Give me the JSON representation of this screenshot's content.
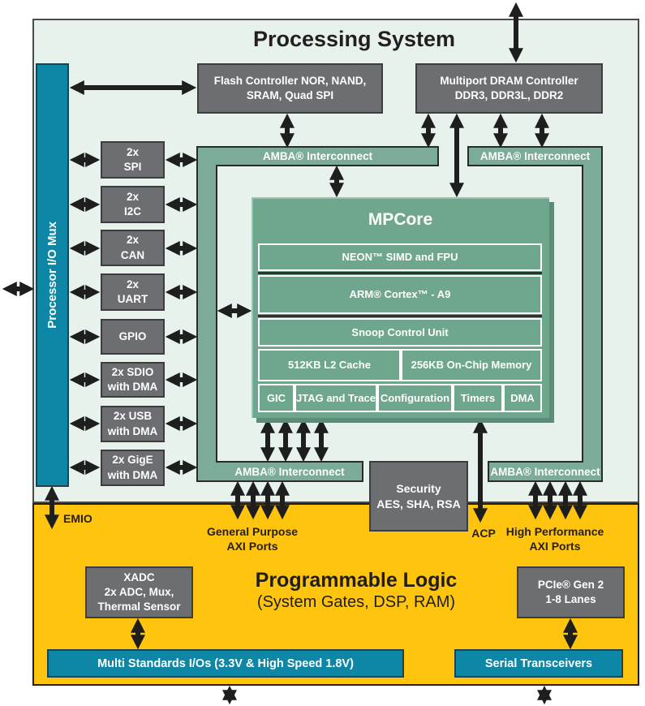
{
  "diagram": {
    "colors": {
      "ps_background": "#e7f2ec",
      "pl_yellow": "#ffc40d",
      "interconnect_green": "#7cab97",
      "mpcore_green": "#6fa78e",
      "block_gray": "#6d6e71",
      "io_teal": "#0e87a6",
      "ink": "#231f20"
    },
    "processing_system": {
      "title": "Processing System",
      "io_mux_label": "Processor I/O Mux",
      "flash_controller": "Flash Controller NOR, NAND,\nSRAM, Quad SPI",
      "dram_controller": "Multiport DRAM Controller\nDDR3, DDR3L, DDR2",
      "amba_label": "AMBA® Interconnect",
      "peripherals": [
        "2x\nSPI",
        "2x\nI2C",
        "2x\nCAN",
        "2x\nUART",
        "GPIO",
        "2x SDIO\nwith DMA",
        "2x USB\nwith DMA",
        "2x GigE\nwith DMA"
      ],
      "mpcore": {
        "title": "MPCore",
        "row_neon": "NEON™ SIMD and FPU",
        "row_cortex": "ARM® Cortex™ - A9",
        "row_snoop": "Snoop Control Unit",
        "cell_l2": "512KB L2 Cache",
        "cell_ocm": "256KB On-Chip Memory",
        "cell_gic": "GIC",
        "cell_jtag": "JTAG and Trace",
        "cell_config": "Configuration",
        "cell_timers": "Timers",
        "cell_dma": "DMA"
      },
      "security": "Security\nAES, SHA, RSA",
      "emio_label": "EMIO",
      "acp_label": "ACP",
      "gp_axi_label": "General Purpose\nAXI Ports",
      "hp_axi_label": "High Performance\nAXI Ports"
    },
    "programmable_logic": {
      "title": "Programmable Logic",
      "subtitle": "(System Gates, DSP, RAM)",
      "xadc": "XADC\n2x ADC, Mux,\nThermal Sensor",
      "pcie": "PCIe® Gen 2\n1-8 Lanes",
      "multi_standards_io": "Multi Standards I/Os (3.3V & High Speed 1.8V)",
      "serial_transceivers": "Serial Transceivers"
    }
  }
}
